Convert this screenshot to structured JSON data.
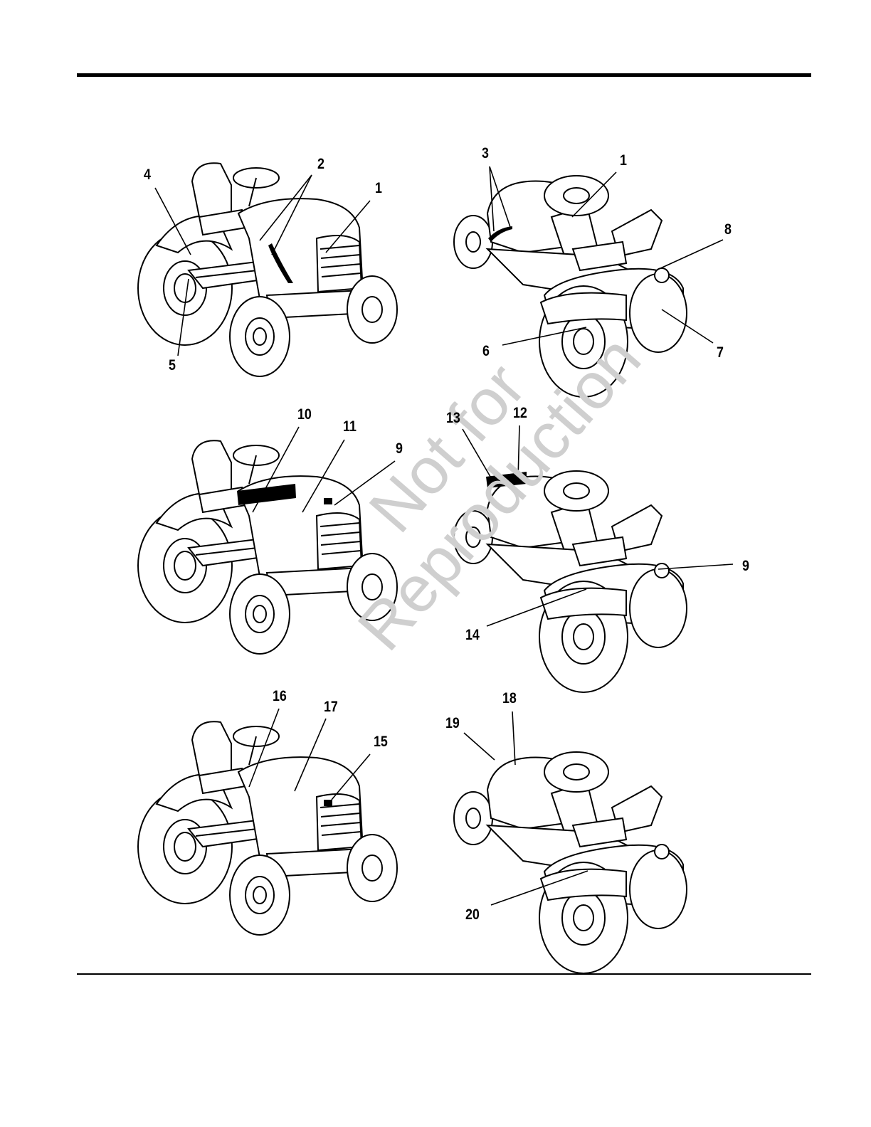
{
  "callouts": {
    "c1a": "1",
    "c2": "2",
    "c4": "4",
    "c5": "5",
    "c3": "3",
    "c1b": "1",
    "c8": "8",
    "c6": "6",
    "c7": "7",
    "c10": "10",
    "c11": "11",
    "c9a": "9",
    "c13": "13",
    "c12": "12",
    "c9b": "9",
    "c14": "14",
    "c16": "16",
    "c17": "17",
    "c15": "15",
    "c18": "18",
    "c19": "19",
    "c20": "20"
  },
  "watermark": {
    "line1": "Not for",
    "line2": "Reproduction"
  }
}
